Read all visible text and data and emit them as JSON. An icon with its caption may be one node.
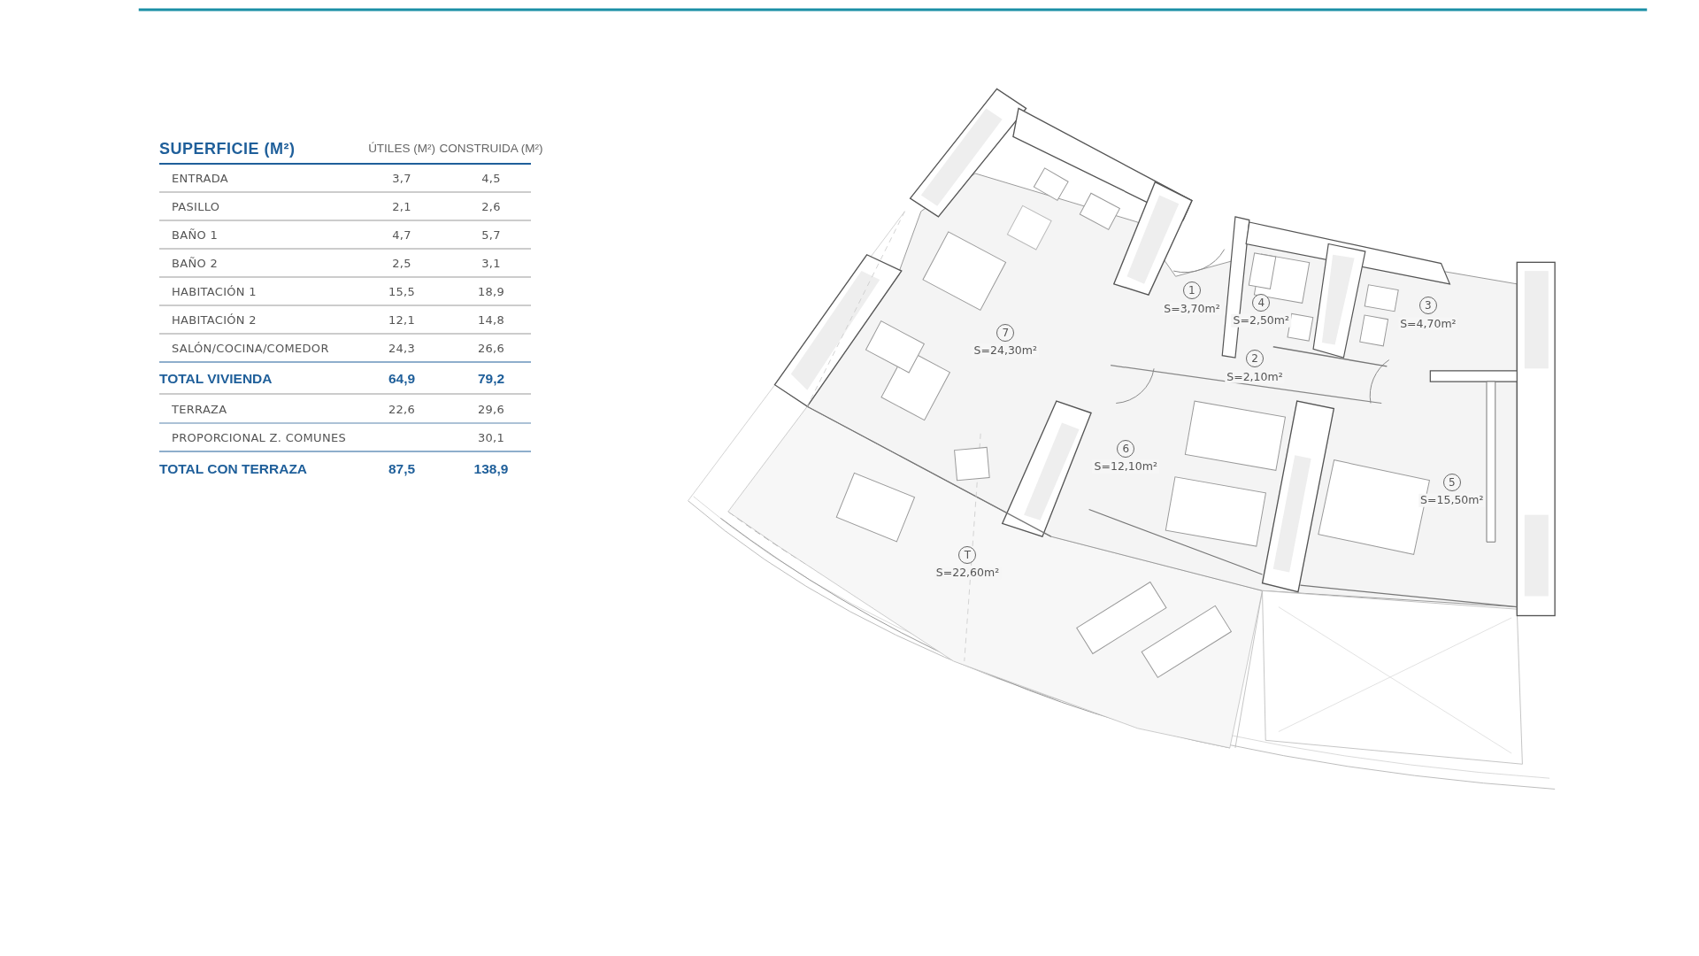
{
  "diagram": {
    "labels": [
      "SUPERFICIE (M²)",
      "ÚTILES (M²)",
      "CONSTRUIDA (M²)",
      "ENTRADA",
      "3,7",
      "4,5",
      "PASILLO",
      "2,1",
      "2,6",
      "BAÑO 1",
      "4,7",
      "5,7",
      "BAÑO 2",
      "2,5",
      "3,1",
      "HABITACIÓN 1",
      "15,5",
      "18,9",
      "HABITACIÓN 2",
      "12,1",
      "14,8",
      "SALÓN/COCINA/COMEDOR",
      "24,3",
      "26,6",
      "TOTAL VIVIENDA",
      "64,9",
      "79,2",
      "TERRAZA",
      "22,6",
      "29,6",
      "PROPORCIONAL Z. COMUNES",
      "30,1",
      "TOTAL CON TERRAZA",
      "87,5",
      "138,9",
      "1",
      "S=3,70m²",
      "4",
      "S=2,50m²",
      "3",
      "S=4,70m²",
      "7",
      "S=24,30m²",
      "2",
      "S=2,10m²",
      "6",
      "S=12,10m²",
      "5",
      "S=15,50m²",
      "T",
      "S=22,60m²"
    ]
  }
}
